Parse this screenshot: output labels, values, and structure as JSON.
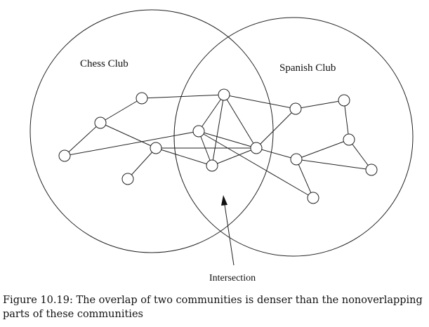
{
  "diagram": {
    "circles": [
      {
        "id": "chess",
        "label": "Chess Club"
      },
      {
        "id": "spanish",
        "label": "Spanish Club"
      }
    ],
    "annotation": {
      "label": "Intersection"
    },
    "nodes": [
      {
        "id": "n1",
        "group": "chess"
      },
      {
        "id": "n2",
        "group": "chess"
      },
      {
        "id": "n3",
        "group": "chess"
      },
      {
        "id": "n4",
        "group": "chess"
      },
      {
        "id": "n5",
        "group": "chess"
      },
      {
        "id": "n6",
        "group": "intersection"
      },
      {
        "id": "n7",
        "group": "intersection"
      },
      {
        "id": "n8",
        "group": "intersection"
      },
      {
        "id": "n9",
        "group": "intersection"
      },
      {
        "id": "n10",
        "group": "spanish"
      },
      {
        "id": "n11",
        "group": "spanish"
      },
      {
        "id": "n12",
        "group": "spanish"
      },
      {
        "id": "n13",
        "group": "spanish"
      },
      {
        "id": "n14",
        "group": "spanish"
      },
      {
        "id": "n15",
        "group": "spanish"
      }
    ],
    "edges": [
      [
        "n1",
        "n2"
      ],
      [
        "n1",
        "n6"
      ],
      [
        "n2",
        "n3"
      ],
      [
        "n2",
        "n4"
      ],
      [
        "n3",
        "n7"
      ],
      [
        "n4",
        "n5"
      ],
      [
        "n4",
        "n8"
      ],
      [
        "n4",
        "n9"
      ],
      [
        "n6",
        "n8"
      ],
      [
        "n6",
        "n9"
      ],
      [
        "n6",
        "n7"
      ],
      [
        "n6",
        "n10"
      ],
      [
        "n7",
        "n9"
      ],
      [
        "n7",
        "n8"
      ],
      [
        "n7",
        "n15"
      ],
      [
        "n8",
        "n9"
      ],
      [
        "n9",
        "n12"
      ],
      [
        "n9",
        "n10"
      ],
      [
        "n10",
        "n11"
      ],
      [
        "n11",
        "n13"
      ],
      [
        "n12",
        "n13"
      ],
      [
        "n12",
        "n14"
      ],
      [
        "n12",
        "n15"
      ],
      [
        "n13",
        "n14"
      ]
    ]
  },
  "caption": {
    "text": "Figure 10.19: The overlap of two communities is denser than the nonoverlapping parts of these communities"
  }
}
